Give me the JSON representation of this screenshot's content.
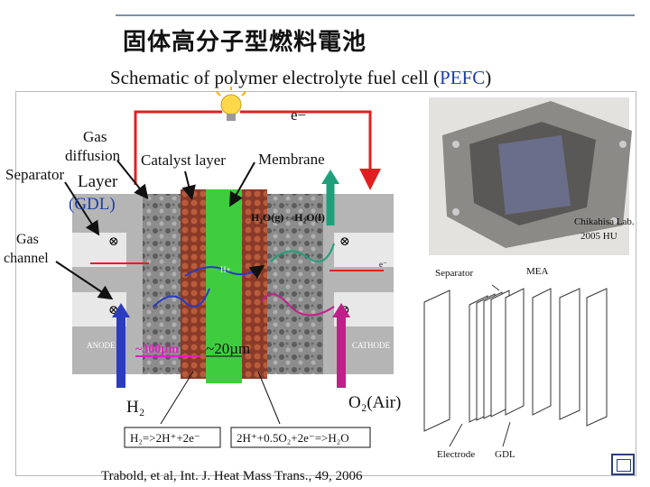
{
  "header": {
    "title": "固体高分子型燃料電池",
    "subtitle_pre": "Schematic of polymer electrolyte fuel cell (",
    "subtitle_acc": "PEFC",
    "subtitle_post": ")"
  },
  "labels": {
    "electron": "e−",
    "gas_diffusion_1": "Gas",
    "gas_diffusion_2": "diffusion",
    "catalyst_layer": "Catalyst layer",
    "membrane": "Membrane",
    "separator_left": "Separator",
    "layer_suffix": "Layer",
    "gdl": "(GDL)",
    "gas_channel_1": "Gas",
    "gas_channel_2": "channel",
    "water_eq": "H₂O(g)⇔H₂O(l)",
    "anode": "ANODE",
    "cathode": "CATHODE",
    "hplus": "H+",
    "e_small": "e⁻",
    "scale_gdl": "~300µm",
    "scale_mem": "~20µm",
    "h2": "H₂",
    "o2": "O₂(Air)",
    "anode_reaction": "H₂=>2H⁺+2e⁻",
    "cathode_reaction": "2H⁺+0.5O₂+2e⁻=>H₂O",
    "lab_1": "Chikahisa  Lab.",
    "lab_2": "2005 HU",
    "separator_right": "Separator",
    "mea": "MEA",
    "electrode": "Electrode",
    "gdl_right": "GDL",
    "citation": "Trabold, et al, Int. J. Heat Mass Trans., 49, 2006"
  },
  "colors": {
    "membrane": "#3fcc3f",
    "electron_wire": "#e02020",
    "h2_arrow": "#2b3cc0",
    "o2_arrow": "#c0208a",
    "water_arrow": "#1fa07a",
    "scale": "#e020c0"
  }
}
